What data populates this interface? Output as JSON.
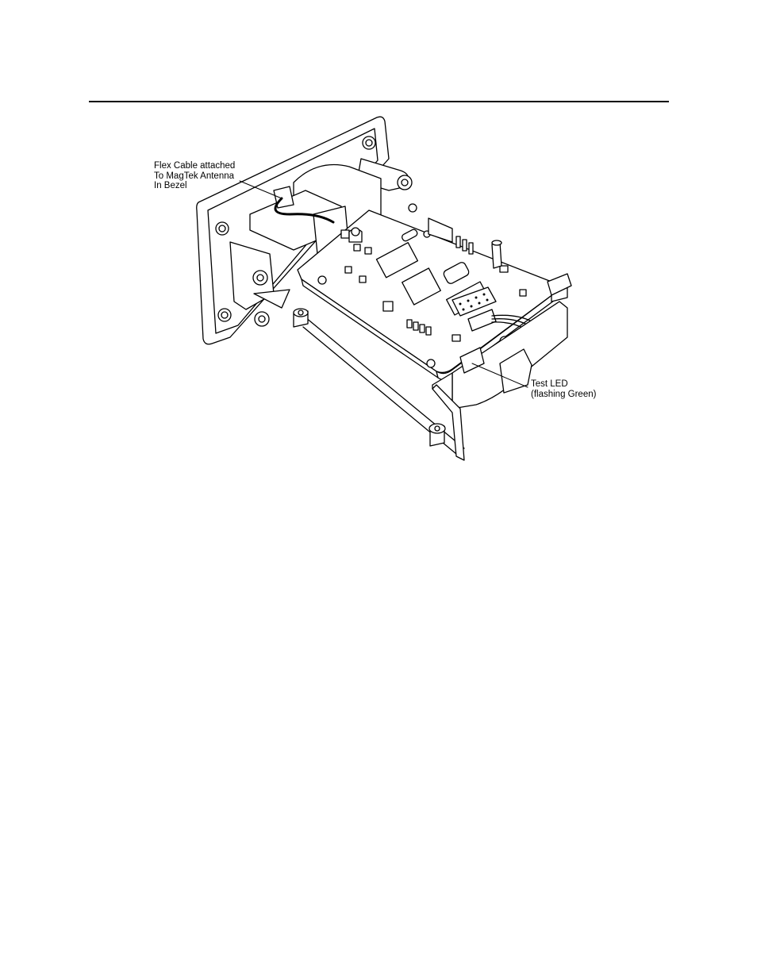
{
  "figure": {
    "callouts": {
      "flex_cable": {
        "lines": [
          "Flex Cable attached",
          "To MagTek Antenna",
          "In Bezel"
        ]
      },
      "test_led": {
        "lines": [
          "Test LED",
          "(flashing Green)"
        ]
      }
    }
  }
}
